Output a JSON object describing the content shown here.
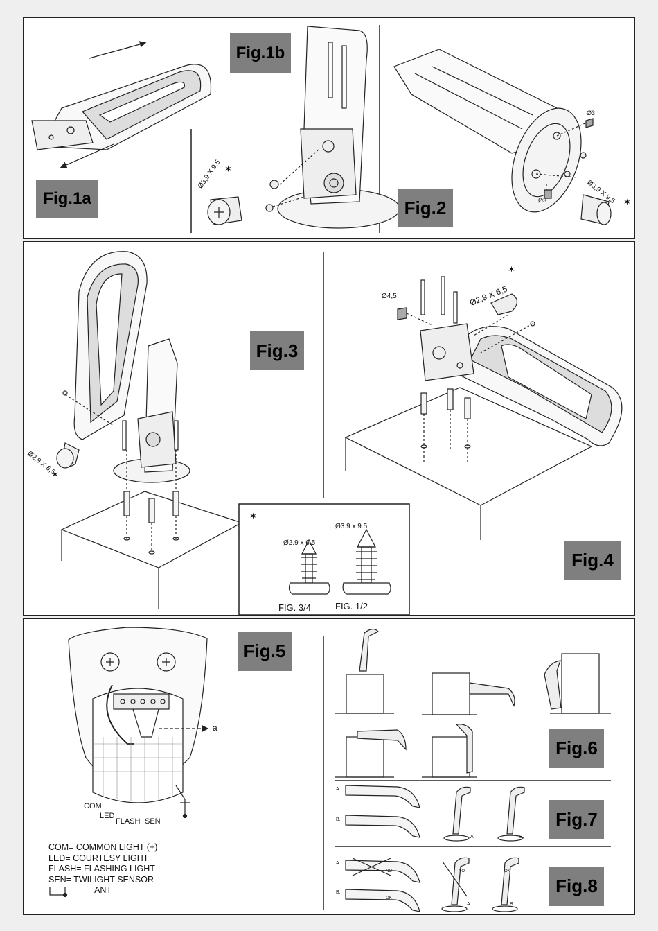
{
  "figures": {
    "fig1a": "Fig.1a",
    "fig1b": "Fig.1b",
    "fig2": "Fig.2",
    "fig3": "Fig.3",
    "fig4": "Fig.4",
    "fig5": "Fig.5",
    "fig6": "Fig.6",
    "fig7": "Fig.7",
    "fig8": "Fig.8"
  },
  "dims": {
    "d39": "Ø3,9 X 9,5",
    "d29": "Ø2,9 X 6,5",
    "d3": "Ø3",
    "d45": "Ø4,5",
    "star": "✶"
  },
  "screw_box": {
    "star": "✶",
    "small_dim": "Ø2.9 x 6.5",
    "large_dim": "Ø3.9 x 9.5",
    "small_label": "FIG. 3/4",
    "large_label": "FIG. 1/2"
  },
  "fig5": {
    "terminals": [
      "COM",
      "LED",
      "FLASH",
      "SEN"
    ],
    "pointer": "a",
    "legend": [
      "COM= COMMON LIGHT (+)",
      "LED= COURTESY LIGHT",
      "FLASH= FLASHING LIGHT",
      "SEN= TWILIGHT SENSOR",
      "= ANT"
    ]
  },
  "fig7": {
    "a": "A.",
    "b": "B."
  },
  "fig8": {
    "a": "A.",
    "b": "B.",
    "no": "NO",
    "ok": "OK"
  }
}
